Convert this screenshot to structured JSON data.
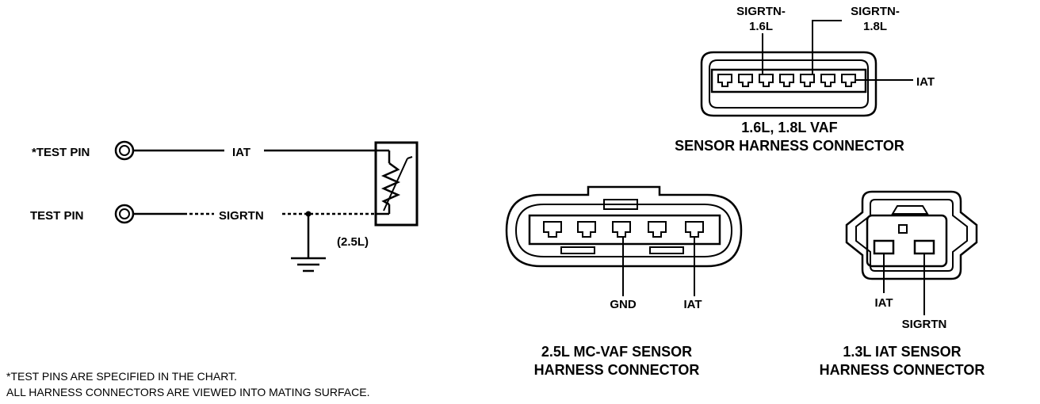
{
  "schematic": {
    "test_pin_1": "*TEST PIN",
    "test_pin_2": "TEST PIN",
    "wire_iat": "IAT",
    "wire_sigrtn": "SIGRTN",
    "engine_note": "(2.5L)"
  },
  "vaf_connector": {
    "pin_label_sigrtn_16_line1": "SIGRTN-",
    "pin_label_sigrtn_16_line2": "1.6L",
    "pin_label_sigrtn_18_line1": "SIGRTN-",
    "pin_label_sigrtn_18_line2": "1.8L",
    "pin_label_iat": "IAT",
    "title_line1": "1.6L, 1.8L VAF",
    "title_line2": "SENSOR HARNESS CONNECTOR"
  },
  "mcvaf_connector": {
    "pin_label_gnd": "GND",
    "pin_label_iat": "IAT",
    "title_line1": "2.5L MC-VAF SENSOR",
    "title_line2": "HARNESS CONNECTOR"
  },
  "iat_connector": {
    "pin_label_iat": "IAT",
    "pin_label_sigrtn": "SIGRTN",
    "title_line1": "1.3L IAT SENSOR",
    "title_line2": "HARNESS CONNECTOR"
  },
  "footnotes": {
    "line1": "*TEST PINS ARE SPECIFIED IN THE CHART.",
    "line2": "ALL HARNESS CONNECTORS ARE VIEWED INTO MATING SURFACE."
  }
}
